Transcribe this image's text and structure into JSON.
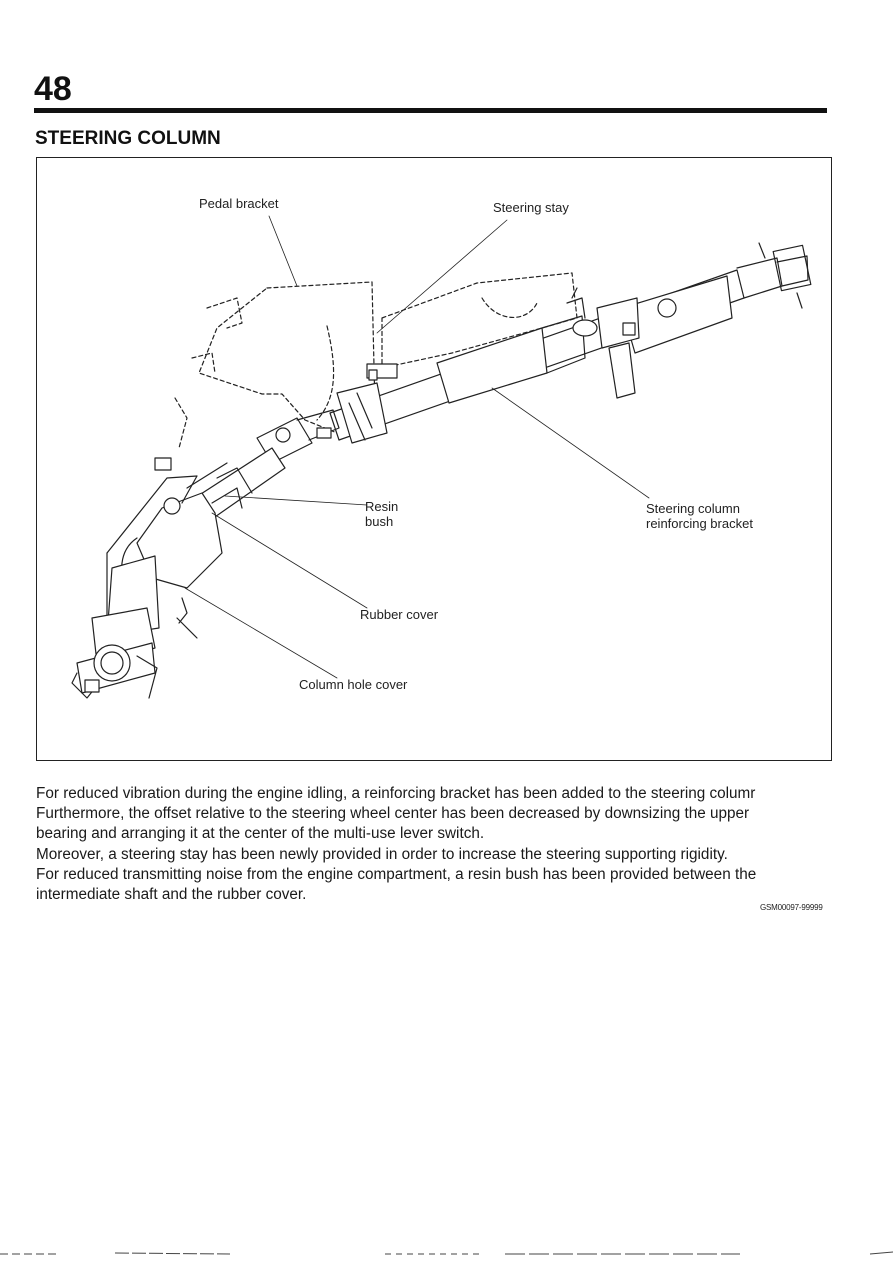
{
  "header": {
    "page_number": "48",
    "section_title": "STEERING COLUMN"
  },
  "figure": {
    "labels": {
      "pedal_bracket": "Pedal bracket",
      "steering_stay": "Steering stay",
      "resin_bush_1": "Resin",
      "resin_bush_2": "bush",
      "steering_column_bracket_1": "Steering column",
      "steering_column_bracket_2": "reinforcing bracket",
      "rubber_cover": "Rubber cover",
      "column_hole_cover": "Column hole cover"
    }
  },
  "body": {
    "paragraphs": [
      "For reduced vibration during the engine idling, a reinforcing bracket has been added to the steering columr",
      "Furthermore, the offset relative to the steering wheel center has been decreased by downsizing the upper",
      "bearing and arranging it at the center of the multi-use lever switch.",
      "Moreover, a steering stay has been newly provided in order to increase the steering supporting rigidity.",
      "For reduced transmitting noise from the engine compartment, a resin bush has been provided between the",
      "intermediate shaft and the rubber cover."
    ],
    "doc_code": "GSM00097-99999"
  }
}
